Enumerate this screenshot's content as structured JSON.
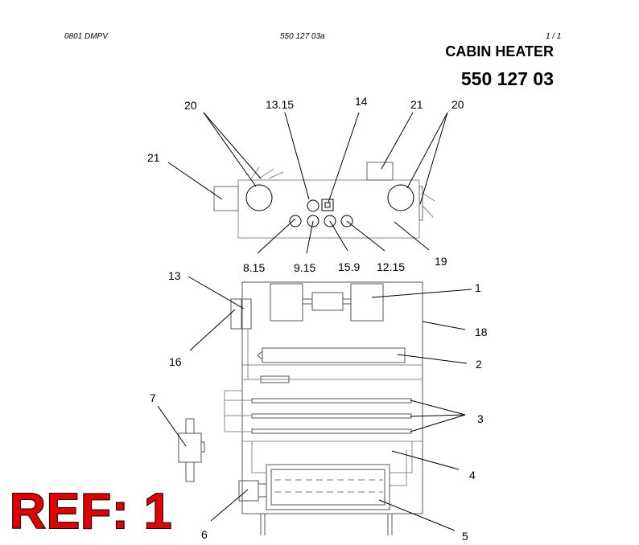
{
  "header": {
    "left": "0801 DMPV",
    "center": "550 127 03a",
    "page": "1 /   1"
  },
  "title": "CABIN HEATER",
  "part_number": "550 127 03",
  "callouts": {
    "c20a": "20",
    "c1315": "13.15",
    "c14": "14",
    "c21a": "21",
    "c20b": "20",
    "c21b": "21",
    "c815": "8.15",
    "c915": "9.15",
    "c159": "15.9",
    "c1215": "12.15",
    "c19": "19",
    "c13": "13",
    "c1": "1",
    "c18": "18",
    "c16": "16",
    "c2": "2",
    "c7": "7",
    "c3": "3",
    "c4": "4",
    "c6": "6",
    "c5": "5"
  },
  "ref_badge": "REF: 1"
}
